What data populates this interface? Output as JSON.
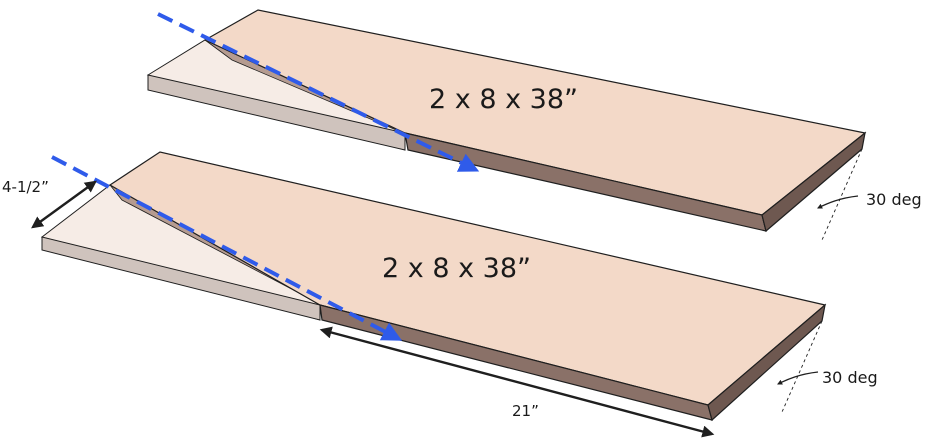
{
  "boards": [
    {
      "label": "2 x 8 x 38”",
      "angle_label": "30 deg"
    },
    {
      "label": "2 x 8 x 38”",
      "angle_label": "30 deg"
    }
  ],
  "dimensions": {
    "width_label": "4-1/2”",
    "length_label": "21”"
  },
  "colors": {
    "board_top": "#f3d9c8",
    "board_edge": "#8a7168",
    "board_edge_light": "#b39b90",
    "cut_piece_fill": "#f6ece6",
    "cut_line": "#2f5bea",
    "outline": "#1f1f1f"
  }
}
